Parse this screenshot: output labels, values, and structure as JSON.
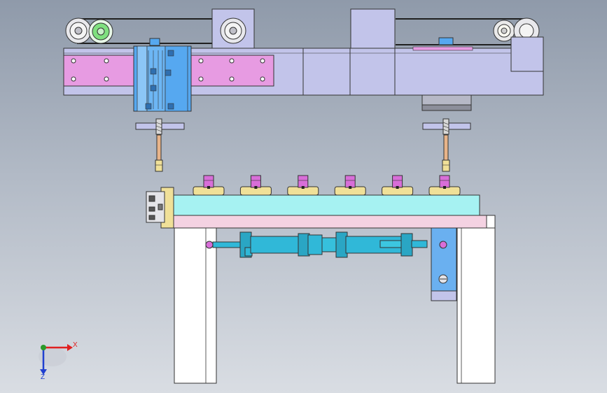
{
  "viewport": {
    "background_top": "#8f9aaa",
    "background_bottom": "#d9dde3"
  },
  "triad": {
    "x_label": "X",
    "z_label": "Z",
    "x_color": "#e02020",
    "y_color": "#2a9a2a",
    "z_color": "#2040d0"
  },
  "model": {
    "colors": {
      "frame": "#c2c4ea",
      "rail": "#e79be2",
      "slide": "#56a8f0",
      "bed": "#a6f2f2",
      "bed_lower": "#f4d2e2",
      "leg": "#ffffff",
      "cylinder": "#30b8d8",
      "gripper": "#f0e098",
      "nozzle": "#d86ed8",
      "pulley_highlight": "#7fe07f",
      "bracket": "#6ab0f0"
    },
    "nozzle_count": 6
  }
}
